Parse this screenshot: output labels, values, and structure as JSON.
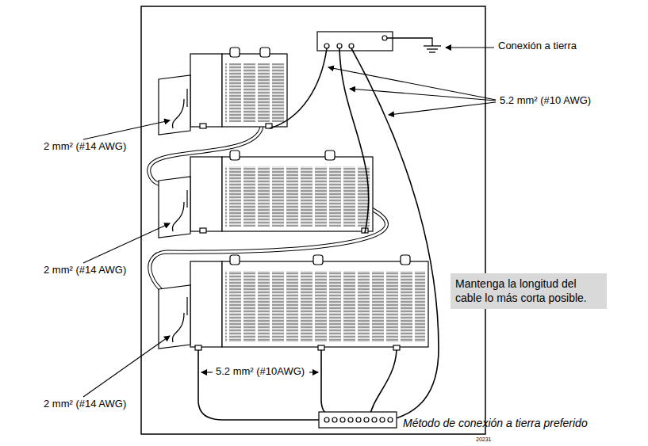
{
  "diagram": {
    "nodes": [
      {
        "text": [
          "Mantenga la longitud del cable lo más corta posible."
        ]
      }
    ],
    "labels": [
      "Conexión a tierra",
      "5.2 mm² (#10 AWG)",
      "2 mm² (#14 AWG)",
      "2 mm² (#14 AWG)",
      "2 mm² (#14 AWG)",
      "5.2 mm² (#10AWG)",
      "Método de conexión a tierra preferido",
      "20231"
    ]
  }
}
